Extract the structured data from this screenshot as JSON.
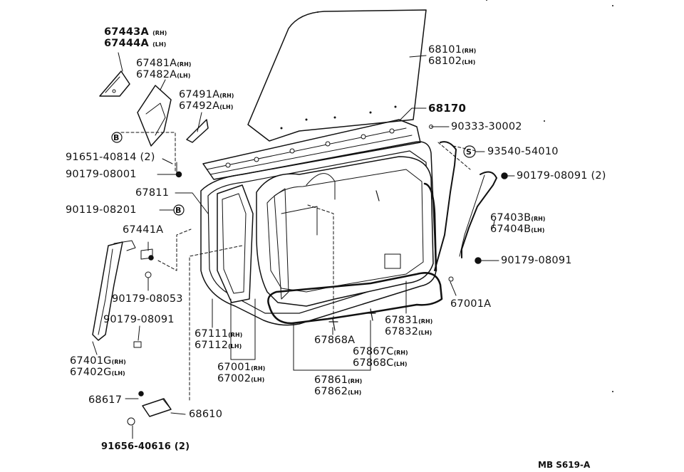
{
  "diagram_code": "MB S619-A",
  "parts": {
    "p67443": {
      "a": "67443A",
      "a_sfx": "(RH)",
      "b": "67444A",
      "b_sfx": "(LH)"
    },
    "p67481": {
      "a": "67481A",
      "a_sfx": "(RH)",
      "b": "67482A",
      "b_sfx": "(LH)"
    },
    "p67491": {
      "a": "67491A",
      "a_sfx": "(RH)",
      "b": "67492A",
      "b_sfx": "(LH)"
    },
    "p68101": {
      "a": "68101",
      "a_sfx": "(RH)",
      "b": "68102",
      "b_sfx": "(LH)"
    },
    "p68170": "68170",
    "p90333": "90333-30002",
    "p93540": "93540-54010",
    "p90179_08091_2": "90179-08091 (2)",
    "p91651": "91651-40814 (2)",
    "p90179_08001": "90179-08001",
    "p67811": "67811",
    "p90119": "90119-08201",
    "p67441": "67441A",
    "p67403": {
      "a": "67403B",
      "a_sfx": "(RH)",
      "b": "67404B",
      "b_sfx": "(LH)"
    },
    "p90179_08091_b": "90179-08091",
    "p90179_08053": "90179-08053",
    "p67001A": "67001A",
    "p90179_08091_c": "90179-08091",
    "p67831": {
      "a": "67831",
      "a_sfx": "(RH)",
      "b": "67832",
      "b_sfx": "(LH)"
    },
    "p67111": {
      "a": "67111",
      "a_sfx": "(RH)",
      "b": "67112",
      "b_sfx": "(LH)"
    },
    "p67868A": "67868A",
    "p67401": {
      "a": "67401G",
      "a_sfx": "(RH)",
      "b": "67402G",
      "b_sfx": "(LH)"
    },
    "p67867": {
      "a": "67867C",
      "a_sfx": "(RH)",
      "b": "67868C",
      "b_sfx": "(LH)"
    },
    "p67001": {
      "a": "67001",
      "a_sfx": "(RH)",
      "b": "67002",
      "b_sfx": "(LH)"
    },
    "p67861": {
      "a": "67861",
      "a_sfx": "(RH)",
      "b": "67862",
      "b_sfx": "(LH)"
    },
    "p68617": "68617",
    "p68610": "68610",
    "p91656": "91656-40616 (2)"
  },
  "markers": {
    "b": "B",
    "s": "S"
  }
}
